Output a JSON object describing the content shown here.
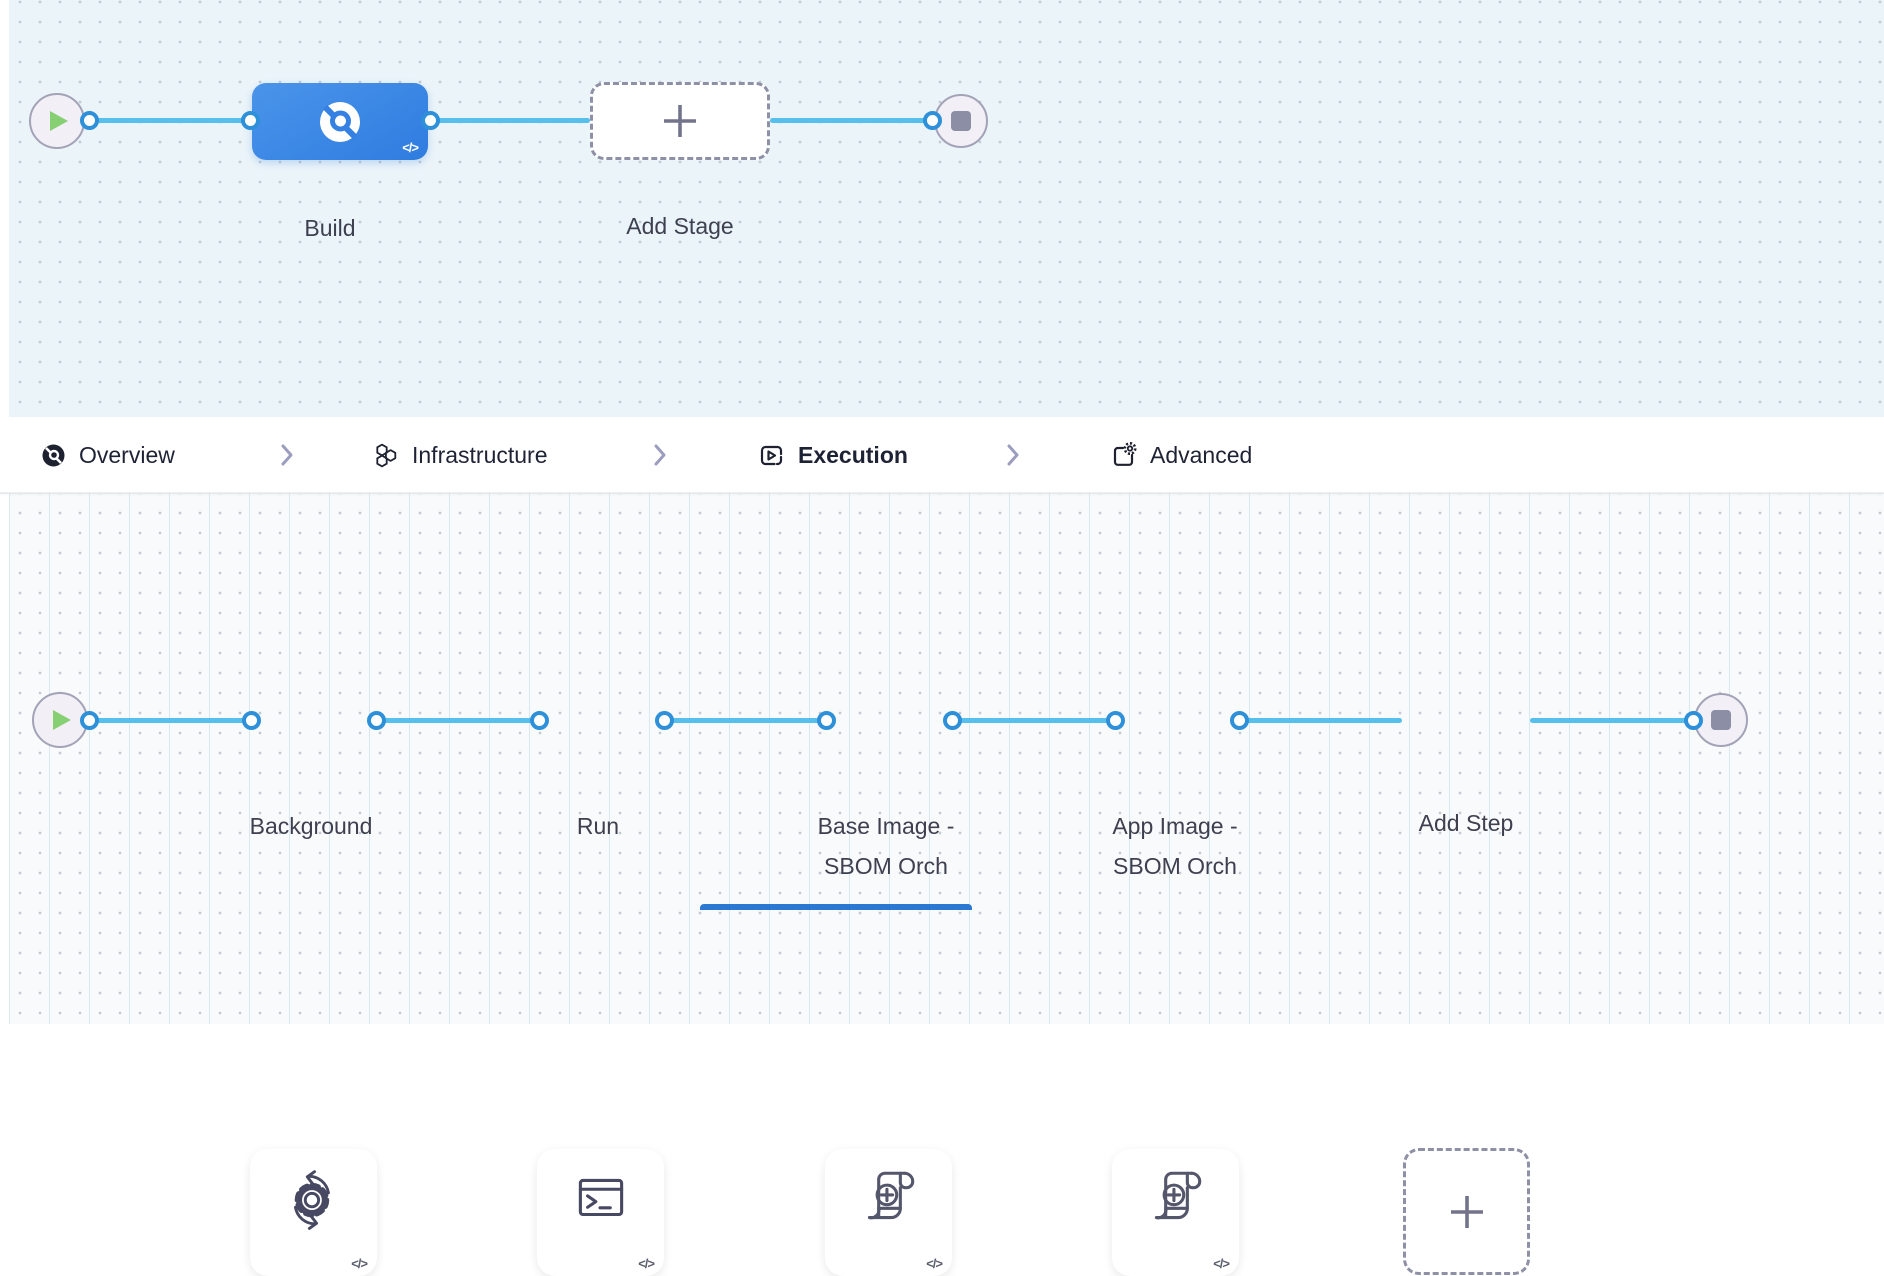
{
  "glyphs": {
    "code_badge": "</>"
  },
  "icons": {
    "start": "play-icon",
    "end": "stop-icon",
    "add": "plus-icon",
    "build_stage": "ci-build-icon",
    "overview_tab": "pipeline-overview-icon",
    "infrastructure_tab": "hexagons-icon",
    "execution_tab": "execution-play-box-icon",
    "advanced_tab": "panel-gear-icon",
    "background_step": "gear-sync-icon",
    "run_step": "terminal-icon",
    "sbom_steps": "scroll-plus-icon",
    "breadcrumb_separator": "chevron-right-icon"
  },
  "stage_pipeline": {
    "build_stage": {
      "label": "Build"
    },
    "add_stage": {
      "label": "Add Stage"
    }
  },
  "tab_bar": {
    "tabs": [
      {
        "label": "Overview",
        "active": false
      },
      {
        "label": "Infrastructure",
        "active": false
      },
      {
        "label": "Execution",
        "active": true
      },
      {
        "label": "Advanced",
        "active": false
      }
    ]
  },
  "execution_pipeline": {
    "steps": [
      {
        "label_lines": [
          "Background"
        ]
      },
      {
        "label_lines": [
          "Run"
        ]
      },
      {
        "label_lines": [
          "Base Image -",
          "SBOM Orch"
        ]
      },
      {
        "label_lines": [
          "App Image -",
          "SBOM Orch"
        ]
      }
    ],
    "add_step": {
      "label": "Add Step"
    }
  },
  "colors": {
    "edge": "#57BFEC",
    "port_border": "#2E90D9",
    "stage_blue_start": "#4A94EA",
    "stage_blue_end": "#2F7CE0",
    "active_tab_underline": "#2A78D2",
    "play_green": "#86CF73",
    "canvas_top_bg": "#EBF4F9",
    "canvas_bottom_bg": "#F8FAFB"
  }
}
